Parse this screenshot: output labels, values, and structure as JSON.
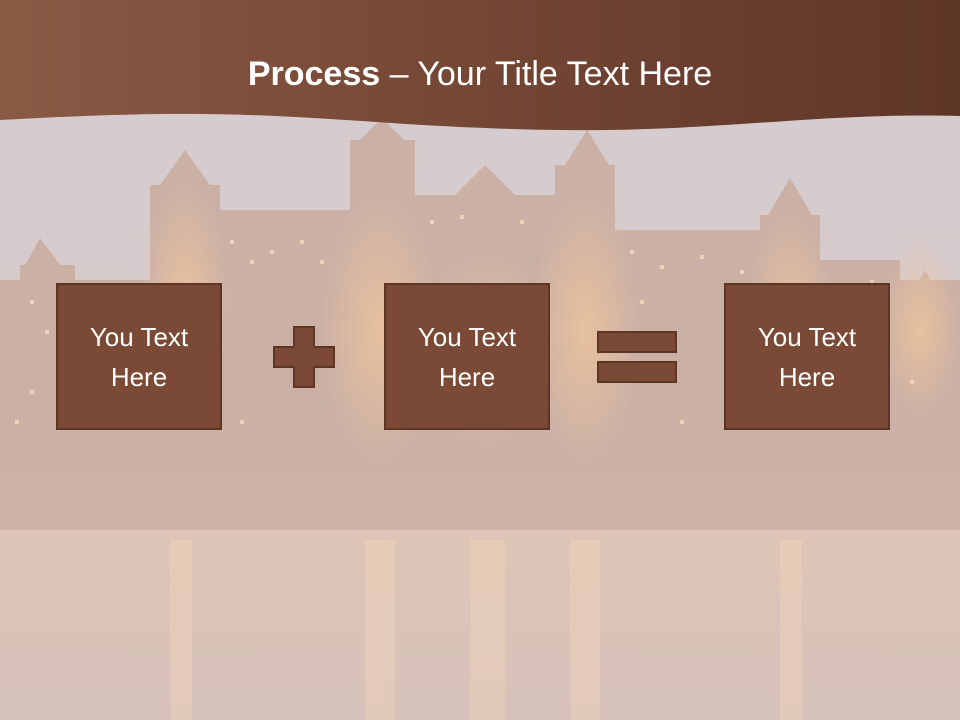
{
  "slide": {
    "title_bold": "Process",
    "title_rest": " – Your Title Text Here",
    "boxes": [
      {
        "text": "You Text\nHere"
      },
      {
        "text": "You Text\nHere"
      },
      {
        "text": "You Text\nHere"
      }
    ],
    "operators": [
      "plus-icon",
      "equals-icon"
    ]
  },
  "colors": {
    "header": "#7a4a36",
    "box_fill": "#7a4a36",
    "box_border": "#5c3525",
    "title_text": "#ffffff"
  }
}
